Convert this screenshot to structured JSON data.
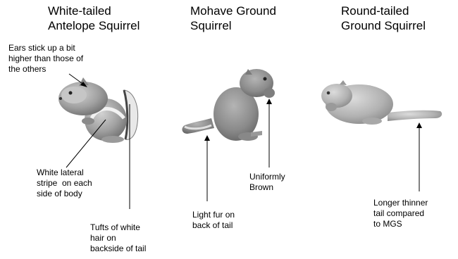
{
  "titles": {
    "white_tailed": "White-tailed\nAntelope Squirrel",
    "mohave": "Mohave Ground\nSquirrel",
    "round_tailed": "Round-tailed\nGround Squirrel"
  },
  "annotations": {
    "ears": "Ears stick up a bit\nhigher than those of\nthe others",
    "white_stripe": "White lateral\nstripe  on each\nside of body",
    "tufts": "Tufts of white\nhair on\nbackside of tail",
    "light_fur": "Light fur on\nback of tail",
    "uniform_brown": "Uniformly\nBrown",
    "longer_tail": "Longer thinner\ntail compared\nto MGS"
  },
  "colors": {
    "white_tailed_fur": "#a8a8a8",
    "mohave_fur": "#8e8e8e",
    "round_tailed_fur": "#b8b8b8"
  }
}
